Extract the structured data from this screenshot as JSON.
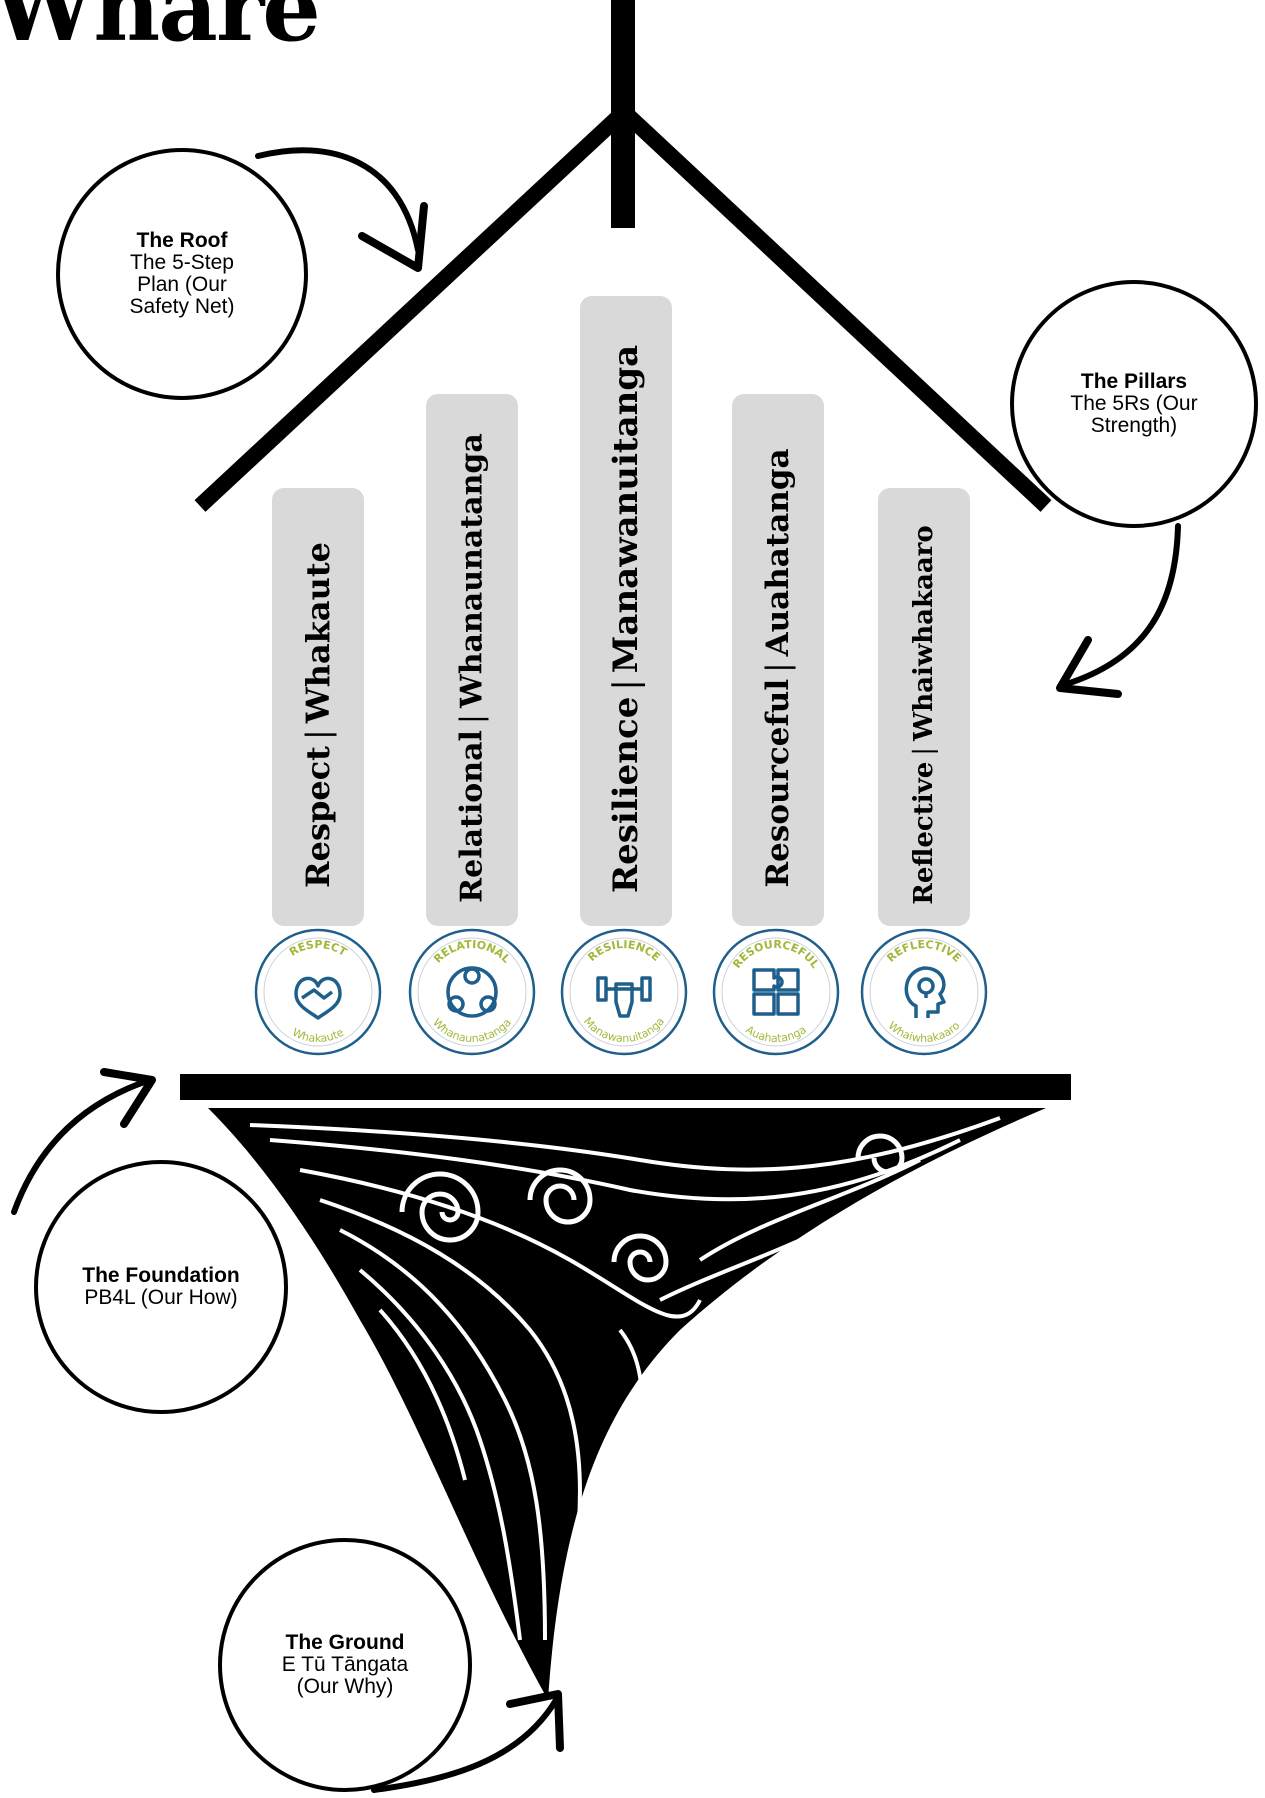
{
  "page_title": "Whare",
  "pillars": [
    {
      "english": "Respect",
      "separator": "|",
      "maori": "Whakaute"
    },
    {
      "english": "Relational",
      "separator": "|",
      "maori": "Whanaunatanga"
    },
    {
      "english": "Resilience",
      "separator": "|",
      "maori": "Manawanuitanga"
    },
    {
      "english": "Resourceful",
      "separator": "|",
      "maori": "Auahatanga"
    },
    {
      "english": "Reflective",
      "separator": "|",
      "maori": "Whaiwhakaaro"
    }
  ],
  "badges": [
    {
      "top": "RESPECT",
      "bottom": "Whakaute",
      "icon": "handshake-heart-icon"
    },
    {
      "top": "RELATIONAL",
      "bottom": "Whanaunatanga",
      "icon": "people-network-icon"
    },
    {
      "top": "RESILIENCE",
      "bottom": "Manawanuitanga",
      "icon": "dumbbell-fist-icon"
    },
    {
      "top": "RESOURCEFUL",
      "bottom": "Auahatanga",
      "icon": "puzzle-pieces-icon"
    },
    {
      "top": "REFLECTIVE",
      "bottom": "Whaiwhakaaro",
      "icon": "head-lightbulb-icon"
    }
  ],
  "bubbles": {
    "roof": {
      "title": "The Roof",
      "text": "The 5-Step Plan (Our Safety Net)"
    },
    "pillars": {
      "title": "The Pillars",
      "text": "The 5Rs (Our Strength)"
    },
    "foundation": {
      "title": "The Foundation",
      "text": "PB4L (Our How)"
    },
    "ground": {
      "title": "The Ground",
      "text": "E Tū Tāngata (Our Why)"
    }
  },
  "colors": {
    "ink": "#000000",
    "pillar_fill": "#d9d9d9",
    "badge_blue": "#1f5f8b",
    "badge_green": "#a3b83a"
  }
}
